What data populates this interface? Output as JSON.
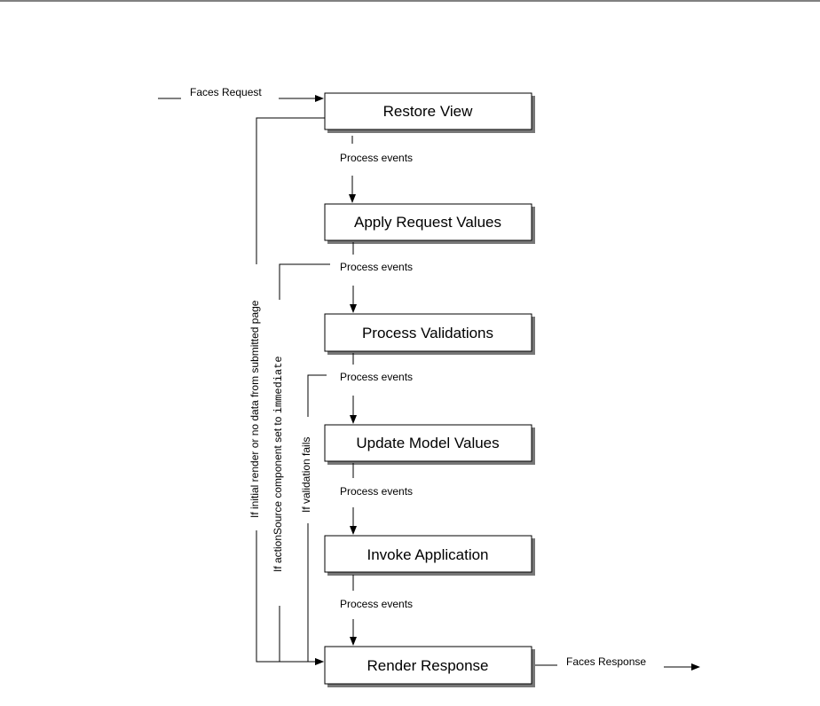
{
  "phases": [
    {
      "label": "Restore View"
    },
    {
      "label": "Apply Request Values"
    },
    {
      "label": "Process Validations"
    },
    {
      "label": "Update Model Values"
    },
    {
      "label": "Invoke Application"
    },
    {
      "label": "Render Response"
    }
  ],
  "process_events_label": "Process events",
  "input_label": "Faces Request",
  "output_label": "Faces Response",
  "conditions": {
    "initial_render": "If initial render or no data from submitted page",
    "action_source_prefix": "If actionSource component set to ",
    "action_source_code": "immediate",
    "validation_fails": "If validation fails"
  }
}
